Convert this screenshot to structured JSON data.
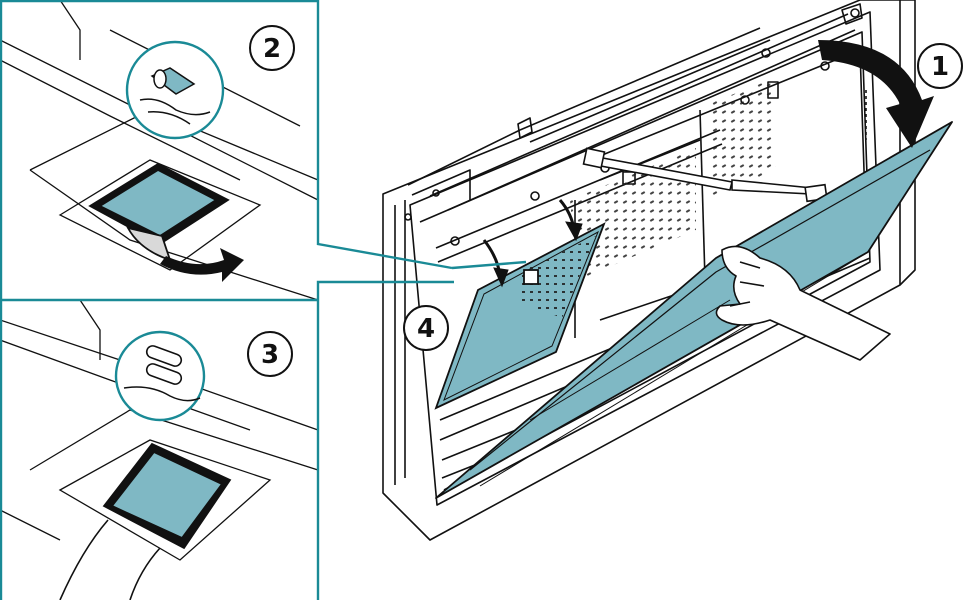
{
  "figure": {
    "steps": {
      "step1": "1",
      "step2": "2",
      "step3": "3",
      "step4": "4"
    },
    "colors": {
      "accent": "#1a8a96",
      "fill": "#7fb8c4",
      "line": "#111111",
      "background": "#ffffff"
    },
    "icons": [
      "curved-arrow-icon",
      "hand-icon",
      "finger-icon"
    ]
  }
}
